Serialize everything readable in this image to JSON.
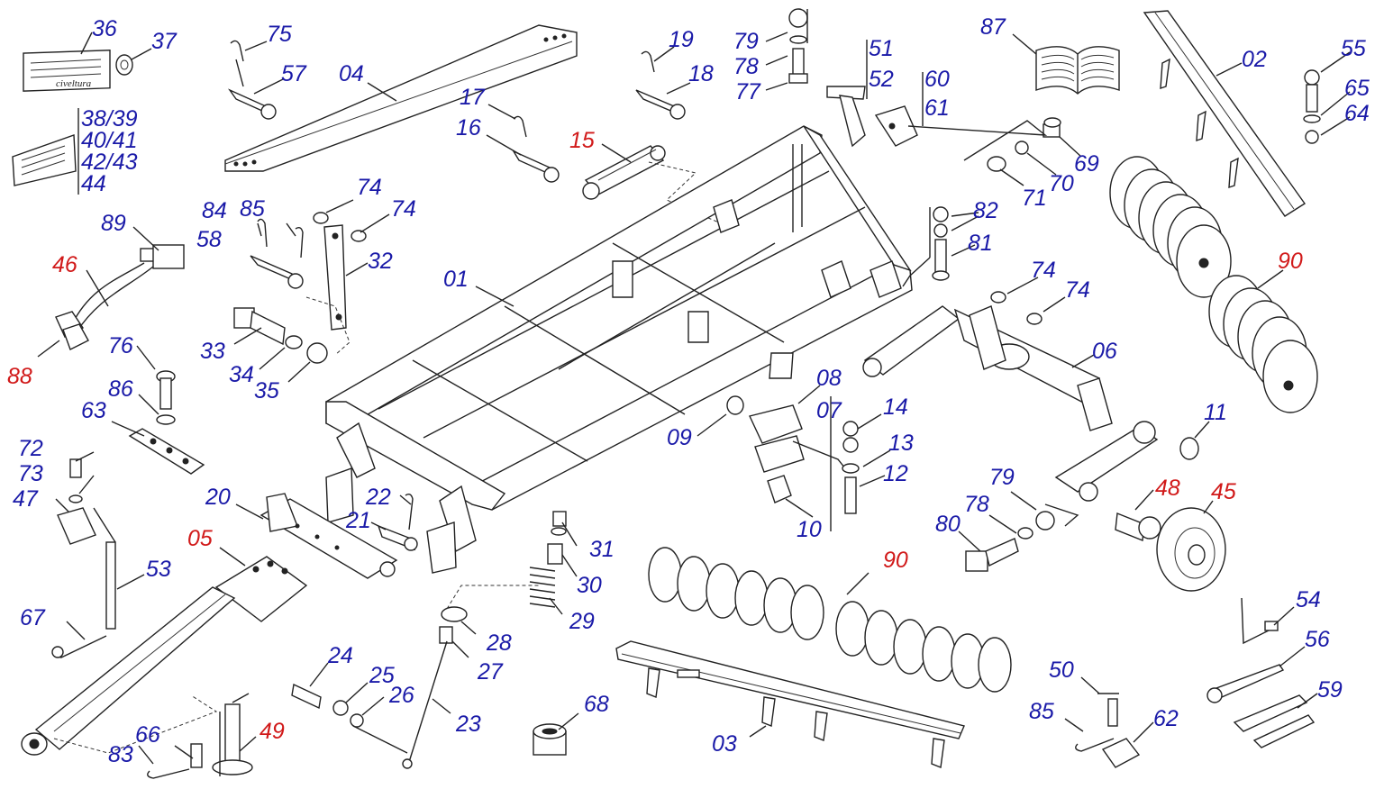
{
  "colors": {
    "label_blue": "#1a1aa8",
    "label_red": "#d11a1a",
    "line": "#222222"
  },
  "plate_lettering": {
    "logo_text": "civeltura"
  },
  "labels": [
    {
      "id": "36",
      "text": "36",
      "color": "blue"
    },
    {
      "id": "37",
      "text": "37",
      "color": "blue"
    },
    {
      "id": "38",
      "text": "38/39",
      "color": "blue"
    },
    {
      "id": "40",
      "text": "40/41",
      "color": "blue"
    },
    {
      "id": "42",
      "text": "42/43",
      "color": "blue"
    },
    {
      "id": "44",
      "text": "44",
      "color": "blue"
    },
    {
      "id": "75",
      "text": "75",
      "color": "blue"
    },
    {
      "id": "57",
      "text": "57",
      "color": "blue"
    },
    {
      "id": "04",
      "text": "04",
      "color": "blue"
    },
    {
      "id": "19",
      "text": "19",
      "color": "blue"
    },
    {
      "id": "18",
      "text": "18",
      "color": "blue"
    },
    {
      "id": "17",
      "text": "17",
      "color": "blue"
    },
    {
      "id": "16",
      "text": "16",
      "color": "blue"
    },
    {
      "id": "15",
      "text": "15",
      "color": "red"
    },
    {
      "id": "79a",
      "text": "79",
      "color": "blue"
    },
    {
      "id": "78a",
      "text": "78",
      "color": "blue"
    },
    {
      "id": "77",
      "text": "77",
      "color": "blue"
    },
    {
      "id": "51",
      "text": "51",
      "color": "blue"
    },
    {
      "id": "52",
      "text": "52",
      "color": "blue"
    },
    {
      "id": "60",
      "text": "60",
      "color": "blue"
    },
    {
      "id": "61",
      "text": "61",
      "color": "blue"
    },
    {
      "id": "87",
      "text": "87",
      "color": "blue"
    },
    {
      "id": "02",
      "text": "02",
      "color": "blue"
    },
    {
      "id": "55",
      "text": "55",
      "color": "blue"
    },
    {
      "id": "65",
      "text": "65",
      "color": "blue"
    },
    {
      "id": "64",
      "text": "64",
      "color": "blue"
    },
    {
      "id": "69",
      "text": "69",
      "color": "blue"
    },
    {
      "id": "70",
      "text": "70",
      "color": "blue"
    },
    {
      "id": "71",
      "text": "71",
      "color": "blue"
    },
    {
      "id": "89",
      "text": "89",
      "color": "blue"
    },
    {
      "id": "46",
      "text": "46",
      "color": "red"
    },
    {
      "id": "88",
      "text": "88",
      "color": "red"
    },
    {
      "id": "84",
      "text": "84",
      "color": "blue"
    },
    {
      "id": "85a",
      "text": "85",
      "color": "blue"
    },
    {
      "id": "74a",
      "text": "74",
      "color": "blue"
    },
    {
      "id": "74b",
      "text": "74",
      "color": "blue"
    },
    {
      "id": "58",
      "text": "58",
      "color": "blue"
    },
    {
      "id": "32",
      "text": "32",
      "color": "blue"
    },
    {
      "id": "01",
      "text": "01",
      "color": "blue"
    },
    {
      "id": "82",
      "text": "82",
      "color": "blue"
    },
    {
      "id": "81",
      "text": "81",
      "color": "blue"
    },
    {
      "id": "90a",
      "text": "90",
      "color": "red"
    },
    {
      "id": "74c",
      "text": "74",
      "color": "blue"
    },
    {
      "id": "74d",
      "text": "74",
      "color": "blue"
    },
    {
      "id": "33",
      "text": "33",
      "color": "blue"
    },
    {
      "id": "34",
      "text": "34",
      "color": "blue"
    },
    {
      "id": "35",
      "text": "35",
      "color": "blue"
    },
    {
      "id": "76",
      "text": "76",
      "color": "blue"
    },
    {
      "id": "86",
      "text": "86",
      "color": "blue"
    },
    {
      "id": "63",
      "text": "63",
      "color": "blue"
    },
    {
      "id": "06",
      "text": "06",
      "color": "blue"
    },
    {
      "id": "08",
      "text": "08",
      "color": "blue"
    },
    {
      "id": "07",
      "text": "07",
      "color": "blue"
    },
    {
      "id": "14",
      "text": "14",
      "color": "blue"
    },
    {
      "id": "13",
      "text": "13",
      "color": "blue"
    },
    {
      "id": "12",
      "text": "12",
      "color": "blue"
    },
    {
      "id": "09",
      "text": "09",
      "color": "blue"
    },
    {
      "id": "10",
      "text": "10",
      "color": "blue"
    },
    {
      "id": "11",
      "text": "11",
      "color": "blue"
    },
    {
      "id": "72",
      "text": "72",
      "color": "blue"
    },
    {
      "id": "73",
      "text": "73",
      "color": "blue"
    },
    {
      "id": "47",
      "text": "47",
      "color": "blue"
    },
    {
      "id": "20",
      "text": "20",
      "color": "blue"
    },
    {
      "id": "22",
      "text": "22",
      "color": "blue"
    },
    {
      "id": "21",
      "text": "21",
      "color": "blue"
    },
    {
      "id": "79b",
      "text": "79",
      "color": "blue"
    },
    {
      "id": "78b",
      "text": "78",
      "color": "blue"
    },
    {
      "id": "80",
      "text": "80",
      "color": "blue"
    },
    {
      "id": "48",
      "text": "48",
      "color": "red"
    },
    {
      "id": "45",
      "text": "45",
      "color": "red"
    },
    {
      "id": "05",
      "text": "05",
      "color": "red"
    },
    {
      "id": "53",
      "text": "53",
      "color": "blue"
    },
    {
      "id": "31",
      "text": "31",
      "color": "blue"
    },
    {
      "id": "30",
      "text": "30",
      "color": "blue"
    },
    {
      "id": "29",
      "text": "29",
      "color": "blue"
    },
    {
      "id": "90b",
      "text": "90",
      "color": "red"
    },
    {
      "id": "67",
      "text": "67",
      "color": "blue"
    },
    {
      "id": "28",
      "text": "28",
      "color": "blue"
    },
    {
      "id": "27",
      "text": "27",
      "color": "blue"
    },
    {
      "id": "24",
      "text": "24",
      "color": "blue"
    },
    {
      "id": "25",
      "text": "25",
      "color": "blue"
    },
    {
      "id": "26",
      "text": "26",
      "color": "blue"
    },
    {
      "id": "23",
      "text": "23",
      "color": "blue"
    },
    {
      "id": "68",
      "text": "68",
      "color": "blue"
    },
    {
      "id": "03",
      "text": "03",
      "color": "blue"
    },
    {
      "id": "50",
      "text": "50",
      "color": "blue"
    },
    {
      "id": "85b",
      "text": "85",
      "color": "blue"
    },
    {
      "id": "62",
      "text": "62",
      "color": "blue"
    },
    {
      "id": "54",
      "text": "54",
      "color": "blue"
    },
    {
      "id": "56",
      "text": "56",
      "color": "blue"
    },
    {
      "id": "59",
      "text": "59",
      "color": "blue"
    },
    {
      "id": "83",
      "text": "83",
      "color": "blue"
    },
    {
      "id": "66",
      "text": "66",
      "color": "blue"
    },
    {
      "id": "49",
      "text": "49",
      "color": "red"
    }
  ]
}
